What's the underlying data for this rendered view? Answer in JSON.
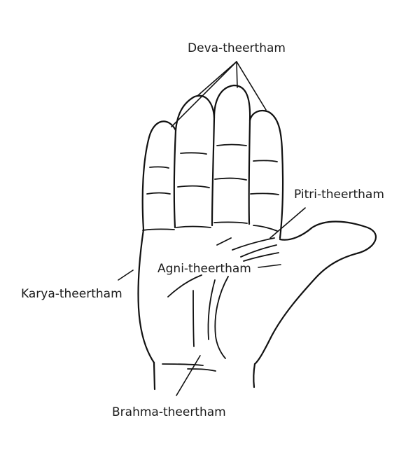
{
  "labels": {
    "deva": "Deva-theertham",
    "pitri": "Pitri-theertham",
    "agni": "Agni-theertham",
    "karya": "Karya-theertham",
    "brahma": "Brahma-theertham"
  }
}
